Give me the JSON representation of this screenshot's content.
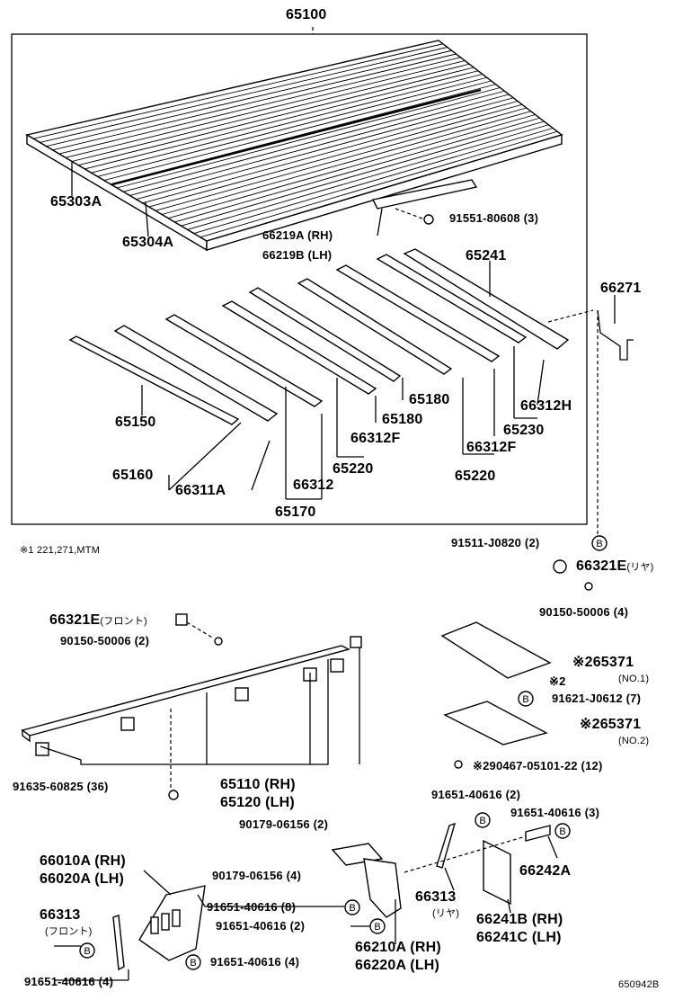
{
  "diagram": {
    "assembly_no": "65100",
    "footnote": "※1 221,271,MTM",
    "figure_code": "650942B",
    "labels": {
      "l65303A": "65303A",
      "l65304A": "65304A",
      "l66219": "66219A (RH)",
      "l66219b": "66219B (LH)",
      "l91551": "91551-80608 (3)",
      "l65241": "65241",
      "l66271": "66271",
      "l65150": "65150",
      "l65160": "65160",
      "l66311A": "66311A",
      "l66312": "66312",
      "l65170": "65170",
      "l65180a": "65180",
      "l65180b": "65180",
      "l66312Fa": "66312F",
      "l66312Fb": "66312F",
      "l65220a": "65220",
      "l65220b": "65220",
      "l66312H": "66312H",
      "l65230": "65230",
      "l91511": "91511-J0820 (2)",
      "l66321Er": "66321E",
      "l66321Er_note": "(リヤ)",
      "l90150r": "90150-50006 (4)",
      "l66321Ef": "66321E",
      "l66321Ef_note": "(フロント)",
      "l90150f": "90150-50006 (2)",
      "l65371a": "※265371",
      "l65371a_sub": "(NO.1)",
      "l_star2": "※2",
      "l91621": "91621-J0612 (7)",
      "l65371b": "※265371",
      "l65371b_sub": "(NO.2)",
      "l290467": "※290467-05101-22 (12)",
      "l91635": "91635-60825 (36)",
      "l65110": "65110 (RH)",
      "l65120": "65120 (LH)",
      "l91651a": "91651-40616 (2)",
      "l91651b": "91651-40616 (3)",
      "l90179a": "90179-06156 (2)",
      "l66010": "66010A (RH)",
      "l66020": "66020A (LH)",
      "l90179b": "90179-06156 (4)",
      "l66242A": "66242A",
      "l91651c": "91651-40616 (8)",
      "l91651d": "91651-40616 (2)",
      "l66313f": "66313",
      "l66313f_note": "(フロント)",
      "l66313r": "66313",
      "l66313r_note": "(リヤ)",
      "l66241B": "66241B (RH)",
      "l66241C": "66241C (LH)",
      "l66210": "66210A (RH)",
      "l66220": "66220A (LH)",
      "l91651e": "91651-40616 (4)",
      "l91651f": "91651-40616 (4)"
    },
    "callout_letter": "B"
  }
}
